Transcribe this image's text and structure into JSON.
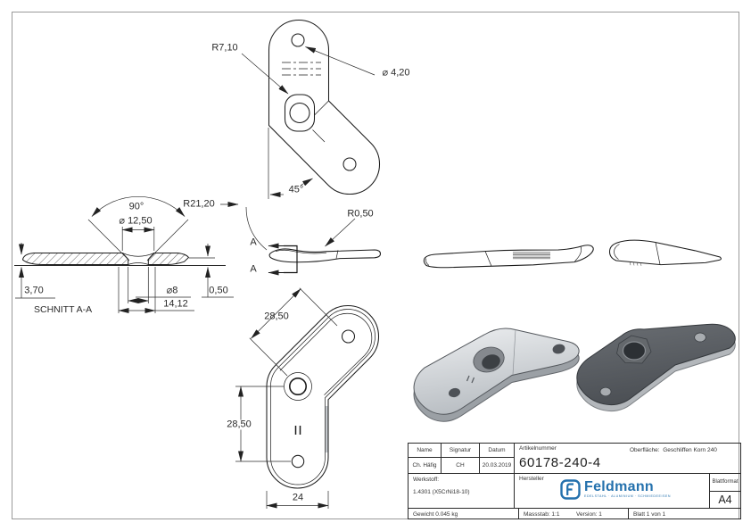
{
  "drawing": {
    "annotations": {
      "radius_boss": "R7,10",
      "dia_small_hole": "⌀ 4,20",
      "angle_arm": "45°",
      "radius_bend": "R21,20",
      "angle_countersink": "90°",
      "dia_countersink": "⌀ 12,50",
      "thickness": "3,70",
      "section_label": "SCHNITT A-A",
      "dia_hole": "⌀8",
      "countersink_outer": "14,12",
      "end_lift": "0,50",
      "radius_edge": "R0,50",
      "section_cut_letter": "A",
      "dim_arm_diag": "28,50",
      "dim_arm_vert": "28,50",
      "dim_width": "24"
    }
  },
  "title_block": {
    "name_label": "Name",
    "signatur_label": "Signatur",
    "datum_label": "Datum",
    "name_value": "Ch. Häfig",
    "signatur_value": "CH",
    "datum_value": "20.03.2019",
    "artikelnummer_label": "Artikelnummer",
    "artikelnummer_value": "60178-240-4",
    "oberflaeche_label": "Oberfläche:",
    "oberflaeche_value": "Geschliffen Korn 240",
    "werkstoff_label": "Werkstoff:",
    "werkstoff_value": "1.4301 (X5CrNi18-10)",
    "hersteller_label": "Hersteller",
    "brand": "Feldmann",
    "brand_tagline": "EDELSTAHL · ALUMINIUM · SCHMIEDEEISEN",
    "brand_color": "#2471ad",
    "blattformat_label": "Blattformat",
    "blattformat_value": "A4",
    "gewicht": "Gewicht 0.045 kg",
    "massstab": "Massstab: 1:1",
    "version": "Version: 1",
    "blatt": "Blatt 1 von 1"
  }
}
